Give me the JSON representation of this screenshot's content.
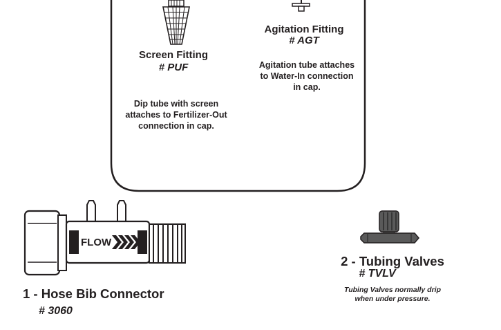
{
  "screen_fitting": {
    "title": "Screen Fitting",
    "part_number": "# PUF",
    "description": "Dip tube with screen attaches to Fertilizer-Out connection in cap."
  },
  "agitation_fitting": {
    "title": "Agitation Fitting",
    "part_number": "# AGT",
    "description": "Agitation tube attaches to Water-In connection in cap."
  },
  "hose_bib_connector": {
    "title": "1 - Hose Bib Connector",
    "part_number": "# 3060",
    "flow_label": "FLOW"
  },
  "tubing_valves": {
    "title": "2 - Tubing Valves",
    "part_number": "# TVLV",
    "note": "Tubing Valves normally drip when under pressure."
  }
}
